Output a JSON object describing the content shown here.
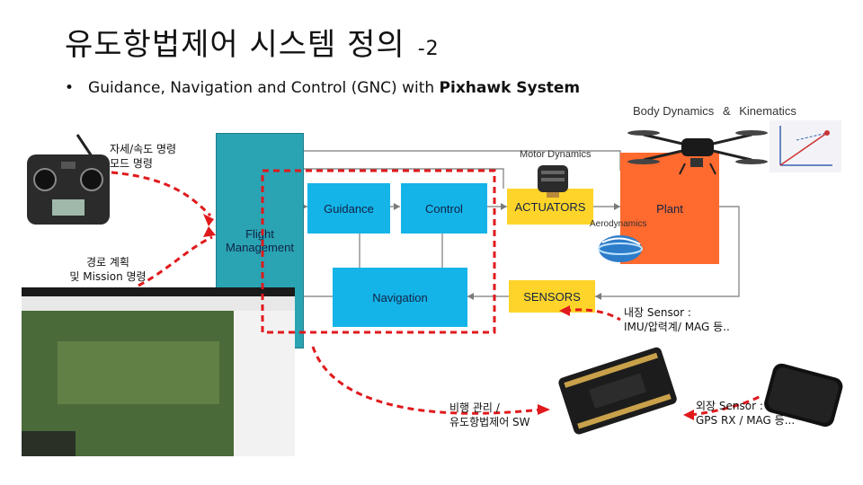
{
  "title": {
    "main": "유도항법제어 시스템 정의",
    "suffix": "-2"
  },
  "bullet": {
    "marker": "•",
    "text_plain": "Guidance, Navigation and Control (GNC) with ",
    "text_bold": "Pixhawk System"
  },
  "blocks": {
    "flight_management": "Flight Management",
    "guidance": "Guidance",
    "control": "Control",
    "navigation": "Navigation",
    "actuators": "ACTUATORS",
    "sensors": "SENSORS",
    "plant": "Plant"
  },
  "labels": {
    "body_dynamics": "Body Dynamics",
    "amp": "&",
    "kinematics": "Kinematics",
    "motor_dynamics": "Motor Dynamics",
    "aerodynamics": "Aerodynamics"
  },
  "annotations": {
    "attitude_cmd_line1": "자세/속도 명령",
    "attitude_cmd_line2": "모드 명령",
    "path_plan_line1": "경로 계획",
    "path_plan_line2": "및 Mission 명령",
    "internal_sensor_line1": "내장 Sensor :",
    "internal_sensor_line2": "IMU/압력계/ MAG 등..",
    "flight_sw_line1": "비행 관리 /",
    "flight_sw_line2": "유도항법제어 SW",
    "external_sensor_line1": "외장 Sensor :",
    "external_sensor_line2": "GPS RX / MAG 등..."
  },
  "colors": {
    "fm_teal": "#2aa3b3",
    "block_cyan": "#14b4e8",
    "actuator_yellow": "#ffd42a",
    "plant_orange": "#ff6a2e",
    "dashed_red": "#e0191c",
    "line_gray": "#7a7a7a"
  }
}
